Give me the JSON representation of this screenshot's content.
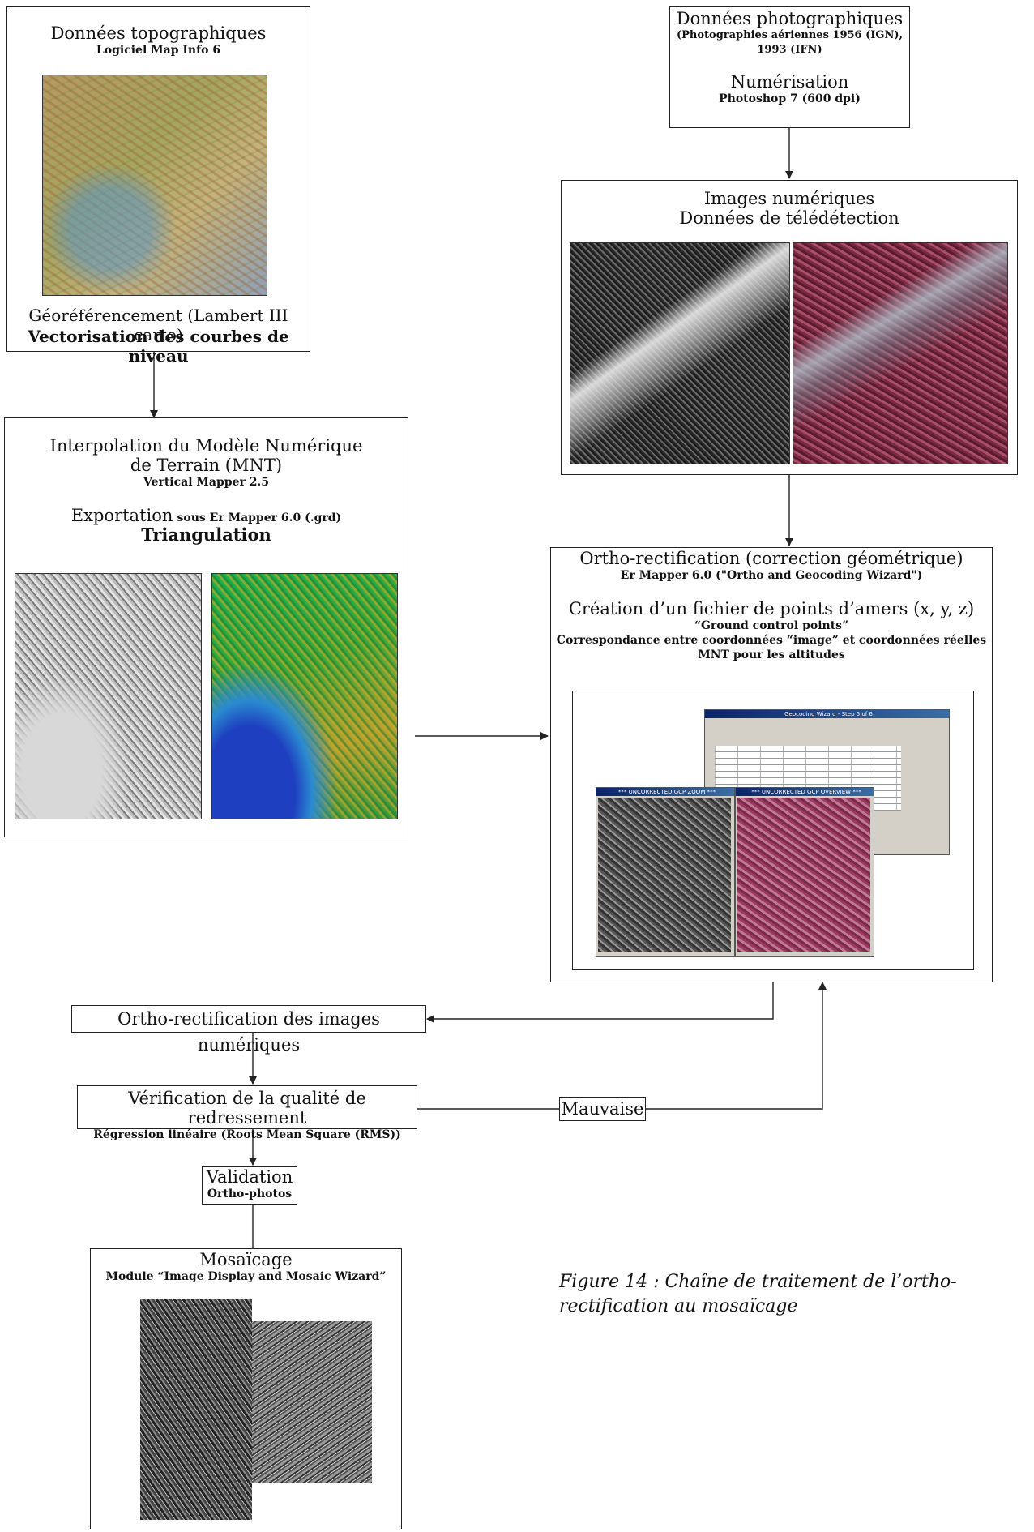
{
  "topo": {
    "title": "Données topographiques",
    "subtitle": "Logiciel Map Info 6",
    "line1": "Géoréférencement (Lambert III carto)",
    "line2": "Vectorisation des courbes de niveau"
  },
  "photo": {
    "title": "Données photographiques",
    "subtitle_line1": "(Photographies aériennes 1956 (IGN),",
    "subtitle_line2": "1993 (IFN)",
    "step": "Numérisation",
    "step_sub": "Photoshop 7 (600 dpi)"
  },
  "images": {
    "line1": "Images numériques",
    "line2": "Données de télédétection"
  },
  "mnt": {
    "title_line1": "Interpolation du Modèle Numérique",
    "title_line2": "de Terrain (MNT)",
    "subtitle": "Vertical Mapper 2.5",
    "export_main": "Exportation",
    "export_sub": "sous Er Mapper 6.0 (.grd)",
    "triangulation": "Triangulation"
  },
  "ortho": {
    "title": "Ortho-rectification (correction géométrique)",
    "subtitle": "Er Mapper 6.0 (\"Ortho and Geocoding Wizard\")",
    "gcp_title": "Création d’un fichier de points d’amers (x, y, z)",
    "gcp_sub": "“Ground control points”",
    "corr": "Correspondance entre coordonnées “image” et coordonnées réelles",
    "mnt_alt": "MNT pour les altitudes",
    "wizard_title": "Geocoding Wizard - Step 5 of 6",
    "zoom1_title": "*** UNCORRECTED GCP ZOOM ***",
    "zoom2_title": "*** UNCORRECTED GCP OVERVIEW ***"
  },
  "ortho_images": {
    "label": "Ortho-rectification des images numériques"
  },
  "verif": {
    "title": "Vérification de la qualité de redressement",
    "subtitle": "Régression linéaire (Roots Mean Square (RMS))"
  },
  "mauvaise": {
    "label": "Mauvaise"
  },
  "validation": {
    "title": "Validation",
    "subtitle": "Ortho-photos"
  },
  "mosaic": {
    "title": "Mosaïcage",
    "subtitle": "Module “Image Display and Mosaic Wizard”"
  },
  "caption": {
    "line1": "Figure 14 : Chaîne de traitement de l’ortho-",
    "line2": "rectification au mosaïcage"
  }
}
